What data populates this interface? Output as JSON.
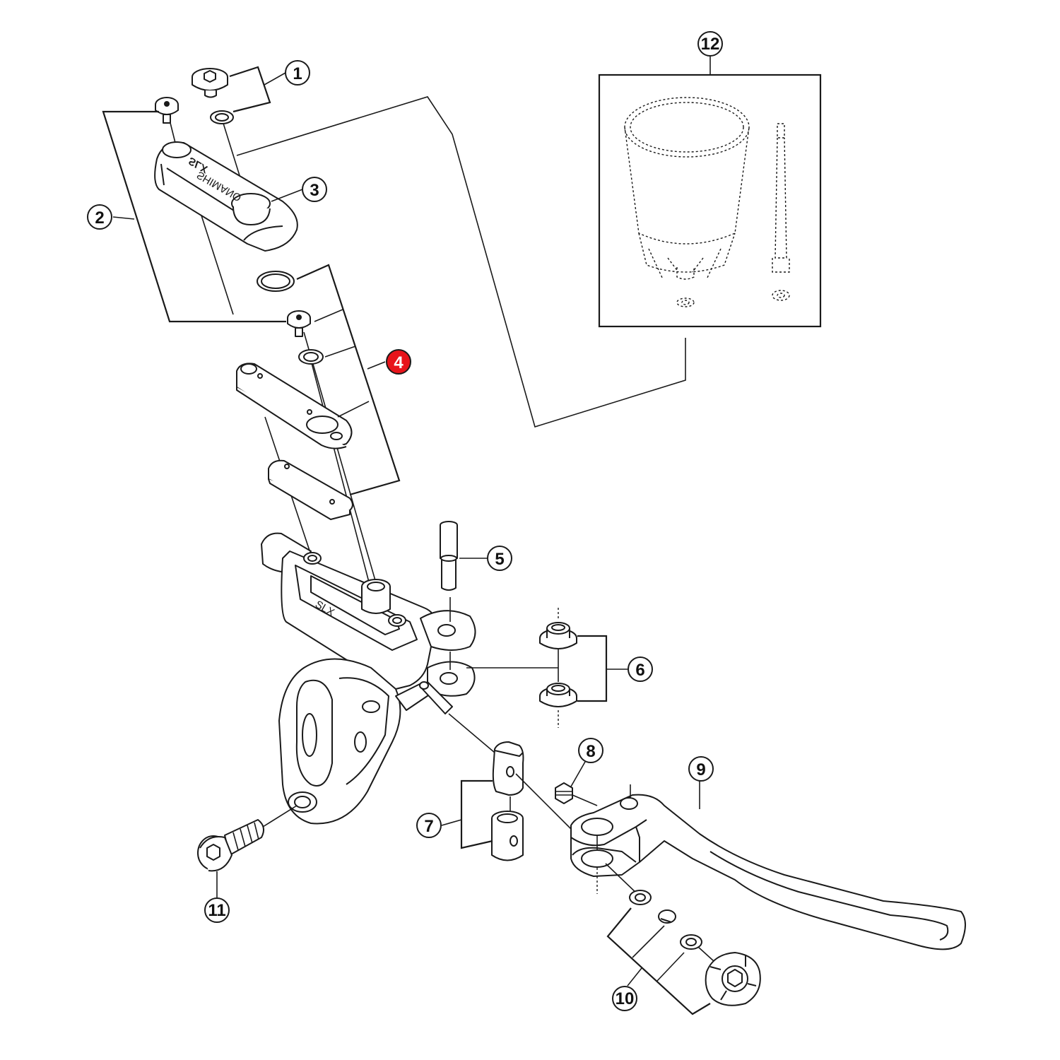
{
  "brand": {
    "cover_text": "SHIMANO",
    "model_text": "SLX"
  },
  "colors": {
    "highlight": "#e8141b",
    "ink": "#1a1a1a"
  },
  "callouts": [
    {
      "id": "1",
      "highlighted": false
    },
    {
      "id": "2",
      "highlighted": false
    },
    {
      "id": "3",
      "highlighted": false
    },
    {
      "id": "4",
      "highlighted": true
    },
    {
      "id": "5",
      "highlighted": false
    },
    {
      "id": "6",
      "highlighted": false
    },
    {
      "id": "7",
      "highlighted": false
    },
    {
      "id": "8",
      "highlighted": false
    },
    {
      "id": "9",
      "highlighted": false
    },
    {
      "id": "10",
      "highlighted": false
    },
    {
      "id": "11",
      "highlighted": false
    },
    {
      "id": "12",
      "highlighted": false
    }
  ]
}
